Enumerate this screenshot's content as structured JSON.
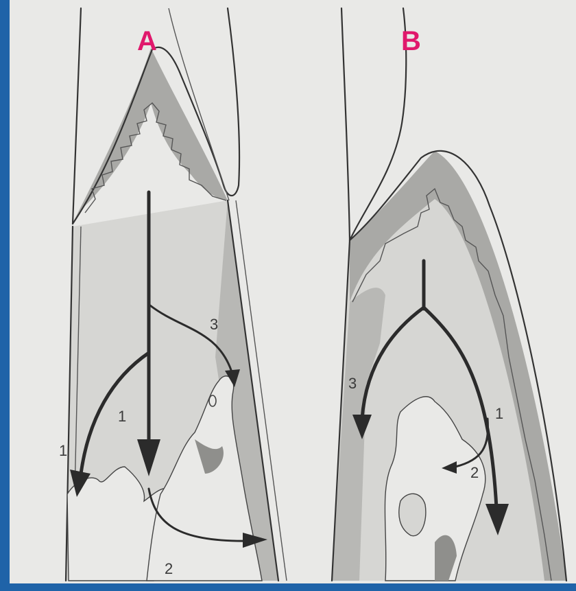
{
  "labels": {
    "panel_a": "A",
    "panel_b": "B",
    "label_color": "#e0186c"
  },
  "panel_a_numbers": [
    "1",
    "1",
    "2",
    "3"
  ],
  "panel_b_numbers": [
    "3",
    "1",
    "2"
  ],
  "colors": {
    "background_border": "#1f63a8",
    "paper": "#e9e9e7",
    "tissue_dark": "#a9a9a6",
    "tissue_light": "#d6d6d3",
    "arrow": "#2b2b2b"
  }
}
